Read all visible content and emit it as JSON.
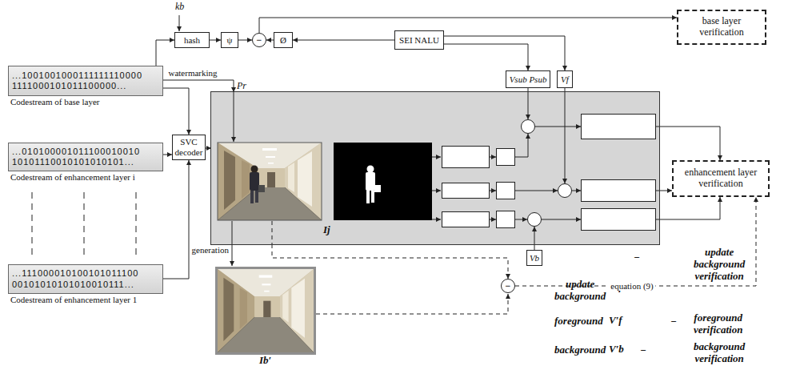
{
  "diagram": {
    "nodes": [
      {
        "text": [
          "hash"
        ]
      },
      {
        "text": [
          "ψ"
        ]
      },
      {
        "text": [
          "−"
        ]
      },
      {
        "text": [
          "Ø"
        ]
      },
      {
        "text": [
          "SEI NALU"
        ]
      },
      {
        "text": [
          "base layer verification"
        ]
      },
      {
        "text": [
          "...1001001000111111110000 1111000101011100000...",
          "Codestream of base layer"
        ]
      },
      {
        "text": [
          "Vsub Psub"
        ]
      },
      {
        "text": [
          "Vf"
        ]
      },
      {
        "text": [
          "Ij"
        ]
      },
      {
        "text": [
          "...010100001011100010010 10101110010101010101...",
          "Codestream of enhancement layer i"
        ]
      },
      {
        "text": [
          "SVC decoder"
        ]
      },
      {
        "text": [
          "−"
        ],
        "in": 9
      },
      {
        "text": [
          "update background"
        ],
        "in": 9
      },
      {
        "text": [
          "V′f"
        ],
        "in": 9
      },
      {
        "text": [
          "update background verification"
        ],
        "in": 9
      },
      {
        "text": [
          "foreground"
        ],
        "in": 9
      },
      {
        "text": [
          "V′f"
        ],
        "in": 9
      },
      {
        "text": [
          "−"
        ],
        "in": 9
      },
      {
        "text": [
          "foreground verification"
        ],
        "in": 9
      },
      {
        "text": [
          "enhancement layer verification"
        ]
      },
      {
        "text": [
          "background"
        ],
        "in": 9
      },
      {
        "text": [
          "V′b"
        ],
        "in": 9
      },
      {
        "text": [
          "−"
        ],
        "in": 9
      },
      {
        "text": [
          "background verification"
        ],
        "in": 9
      },
      {
        "text": [
          "Vb"
        ]
      },
      {
        "text": [
          "−"
        ]
      },
      {
        "text": [
          "...111000010100101011100 00101010101010010111...",
          "Codestream of enhancement layer 1"
        ]
      }
    ],
    "edges": [
      {
        "from": 6,
        "to": 0,
        "arrow": "to"
      },
      {
        "from": 0,
        "to": 1,
        "arrow": "to"
      },
      {
        "from": 1,
        "to": 2,
        "arrow": "to"
      },
      {
        "from": 3,
        "to": 2,
        "arrow": "to"
      },
      {
        "from": 4,
        "to": 3,
        "arrow": "to"
      },
      {
        "from": 2,
        "to": 5,
        "arrow": "to"
      },
      {
        "from": 4,
        "to": 7,
        "arrow": "to"
      },
      {
        "from": 4,
        "to": 8,
        "arrow": "to"
      },
      {
        "from": 6,
        "to": 11,
        "arrow": "to"
      },
      {
        "from": 6,
        "to": 9,
        "label": "watermarking",
        "arrow": "to"
      },
      {
        "from": 10,
        "to": 11,
        "arrow": "to"
      },
      {
        "from": 27,
        "to": 11,
        "arrow": "to"
      },
      {
        "from": 11,
        "to": 9,
        "arrow": "to"
      },
      {
        "from": 7,
        "to": 12,
        "arrow": "to"
      },
      {
        "from": 13,
        "to": 14,
        "arrow": "to"
      },
      {
        "from": 14,
        "to": 12,
        "arrow": "to"
      },
      {
        "from": 12,
        "to": 15,
        "arrow": "to"
      },
      {
        "from": 16,
        "to": 17,
        "arrow": "to"
      },
      {
        "from": 17,
        "to": 18,
        "arrow": "to"
      },
      {
        "from": 8,
        "to": 18,
        "arrow": "to"
      },
      {
        "from": 18,
        "to": 19,
        "arrow": "to"
      },
      {
        "from": 21,
        "to": 22,
        "arrow": "to"
      },
      {
        "from": 22,
        "to": 23,
        "arrow": "to"
      },
      {
        "from": 25,
        "to": 23,
        "arrow": "to"
      },
      {
        "from": 23,
        "to": 24,
        "arrow": "to"
      },
      {
        "from": 15,
        "to": 20,
        "arrow": "to"
      },
      {
        "from": 19,
        "to": 20,
        "arrow": "to"
      },
      {
        "from": 24,
        "to": 20,
        "arrow": "to"
      },
      {
        "from": 9,
        "to": 26,
        "arrow": "to"
      },
      {
        "from": 26,
        "to": 20,
        "label": "equation (9)",
        "arrow": "to"
      }
    ],
    "labels": [
      "kb",
      "Pr",
      "generation",
      "Ib′"
    ]
  }
}
